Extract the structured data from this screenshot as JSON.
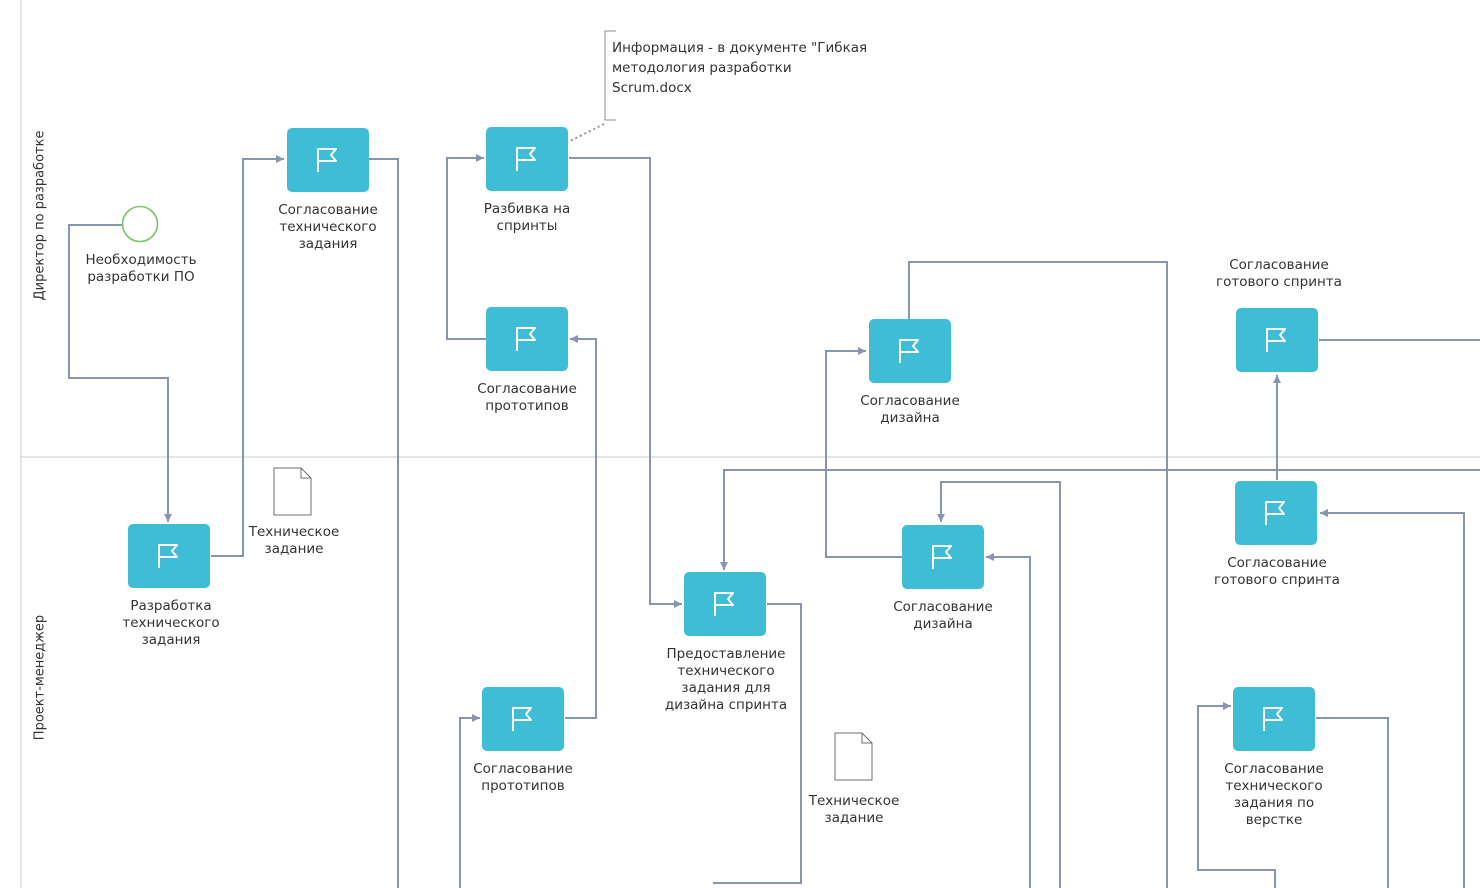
{
  "lanes": [
    {
      "label": "Директор по разработке"
    },
    {
      "label": "Проект-менеджер"
    }
  ],
  "start_event": {
    "label": "Необходимость разработки ПО"
  },
  "tasks": [
    {
      "label": "Согласование технического задания"
    },
    {
      "label": "Разбивка на спринты"
    },
    {
      "label": "Согласование прототипов"
    },
    {
      "label": "Согласование дизайна"
    },
    {
      "label": "Согласование готового спринта"
    },
    {
      "label": "Разработка технического задания"
    },
    {
      "label": "Предоставление технического задания для дизайна спринта"
    },
    {
      "label": "Согласование дизайна"
    },
    {
      "label": "Согласование готового спринта"
    },
    {
      "label": "Согласование прототипов"
    },
    {
      "label": "Согласование технического задания по верстке"
    }
  ],
  "documents": [
    {
      "label": "Техническое задание"
    },
    {
      "label": "Техническое задание"
    }
  ],
  "annotation": {
    "text": "Информация - в документе \"Гибкая методология разработки Scrum.docx"
  },
  "colors": {
    "task_fill": "#3fbcd6",
    "flow_line": "#8795ae",
    "start_event_stroke": "#7cc36a",
    "lane_divider": "#c8cbcf"
  }
}
